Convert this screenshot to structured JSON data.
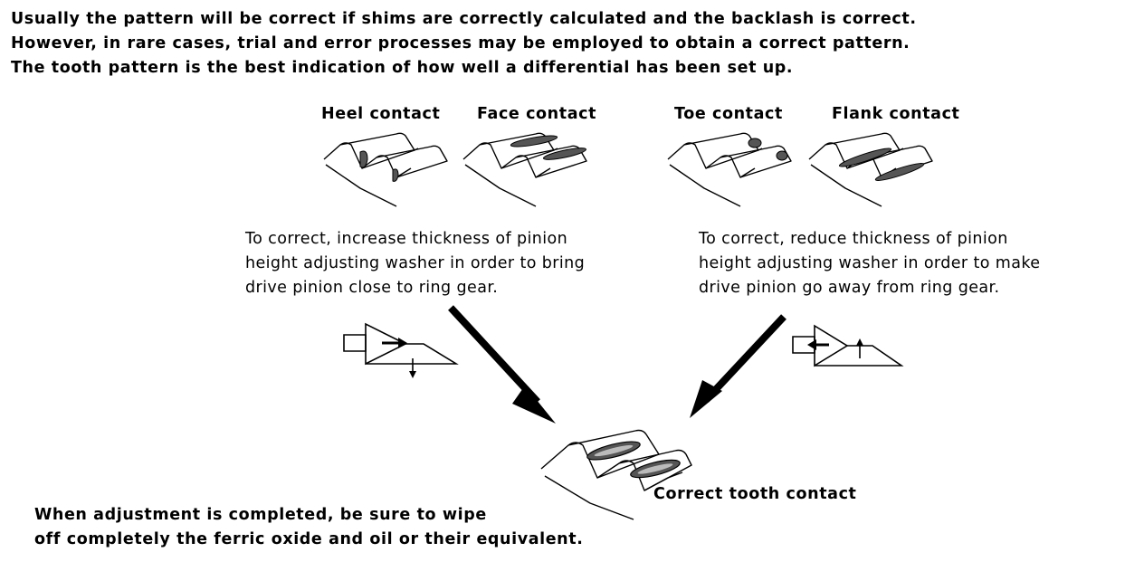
{
  "intro": {
    "lines": [
      "Usually the pattern will be correct if shims are correctly calculated and the backlash is correct.",
      "However, in rare cases, trial and error processes may be employed to obtain a correct pattern.",
      "The tooth pattern is the best indication of how well a differential has been set up."
    ]
  },
  "patterns": {
    "heel": "Heel contact",
    "face": "Face contact",
    "toe": "Toe contact",
    "flank": "Flank contact",
    "correct": "Correct tooth contact"
  },
  "corrections": {
    "increase": [
      "To correct, increase thickness of pinion",
      "height adjusting washer in order to bring",
      "drive pinion close to ring gear."
    ],
    "reduce": [
      "To correct, reduce thickness of pinion",
      "height adjusting washer in order to make",
      "drive pinion go away from ring gear."
    ]
  },
  "final_note": [
    "When adjustment is completed, be sure to wipe",
    "off completely the ferric oxide and oil or their equivalent."
  ]
}
